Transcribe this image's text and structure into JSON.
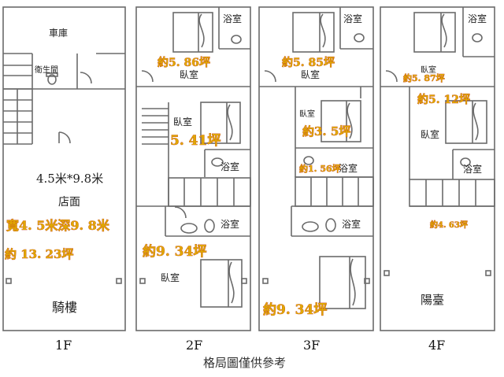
{
  "floors": {
    "f1": {
      "label": "1F",
      "garage": "車庫",
      "toilet": "衛生間",
      "dims": "4.5米*9.8米",
      "shop": "店面",
      "width_depth": "寬4. 5米深9. 8米",
      "area": "約 13. 23坪",
      "arcade": "騎樓"
    },
    "f2": {
      "label": "2F",
      "bath_top": "浴室",
      "bed_top": "臥室",
      "area_top": "約5. 86坪",
      "bed_mid": "臥室",
      "area_mid": "5. 41坪",
      "bath_mid": "浴室",
      "bath_low": "浴室",
      "area_low": "約9. 34坪",
      "bed_low": "臥室"
    },
    "f3": {
      "label": "3F",
      "bath_top": "浴室",
      "bed_top": "臥室",
      "area_top": "約5. 85坪",
      "bed_mid": "臥室",
      "area_mid": "約3. 5坪",
      "area_small": "約1. 56坪",
      "bath_mid": "浴室",
      "bath_low": "浴室",
      "area_low": "約9. 34坪"
    },
    "f4": {
      "label": "4F",
      "bath_top": "浴室",
      "bed_top": "臥室",
      "area_top": "約5. 87坪",
      "area_mid": "約5. 12坪",
      "bed_mid": "臥室",
      "bath_mid": "浴室",
      "area_low": "約4. 63坪",
      "balcony": "陽臺"
    }
  },
  "caption": "格局圖僅供參考",
  "colors": {
    "wall": "#6b6b6b",
    "area_fill": "#e0a800",
    "area_stroke": "#c0392b"
  }
}
